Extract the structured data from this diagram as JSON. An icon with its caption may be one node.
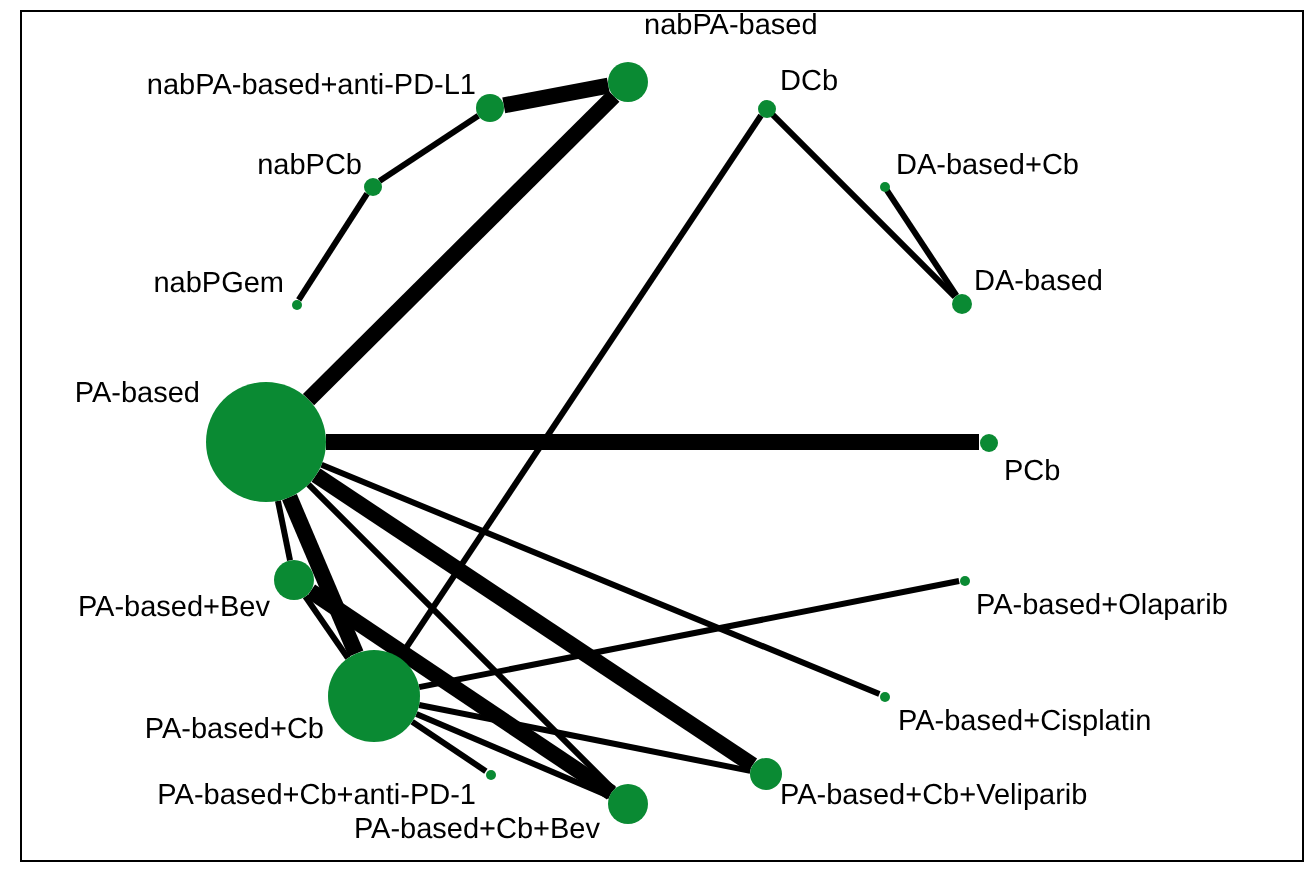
{
  "diagram": {
    "nodes": [
      {
        "text": [],
        "shape": "circle",
        "beside": [
          "nabPA-based"
        ]
      },
      {
        "text": [],
        "shape": "circle",
        "beside": [
          "nabPA-based+anti-PD-L1"
        ]
      },
      {
        "text": [],
        "shape": "circle",
        "beside": [
          "nabPCb"
        ]
      },
      {
        "text": [],
        "shape": "circle",
        "beside": [
          "nabPGem"
        ]
      },
      {
        "text": [],
        "shape": "circle",
        "beside": [
          "DCb"
        ]
      },
      {
        "text": [],
        "shape": "circle",
        "beside": [
          "DA-based+Cb"
        ]
      },
      {
        "text": [],
        "shape": "circle",
        "beside": [
          "DA-based"
        ]
      },
      {
        "text": [],
        "shape": "circle",
        "beside": [
          "PA-based"
        ]
      },
      {
        "text": [],
        "shape": "circle",
        "beside": [
          "PCb"
        ]
      },
      {
        "text": [],
        "shape": "circle",
        "beside": [
          "PA-based+Bev"
        ]
      },
      {
        "text": [],
        "shape": "circle",
        "beside": [
          "PA-based+Olaparib"
        ]
      },
      {
        "text": [],
        "shape": "circle",
        "beside": [
          "PA-based+Cb"
        ]
      },
      {
        "text": [],
        "shape": "circle",
        "beside": [
          "PA-based+Cisplatin"
        ]
      },
      {
        "text": [],
        "shape": "circle",
        "beside": [
          "PA-based+Cb+anti-PD-1"
        ]
      },
      {
        "text": [],
        "shape": "circle",
        "beside": [
          "PA-based+Cb+Bev"
        ]
      },
      {
        "text": [],
        "shape": "circle",
        "beside": [
          "PA-based+Cb+Veliparib"
        ]
      }
    ],
    "edges": [
      {
        "from": 1,
        "to": 0,
        "arrow": "none",
        "style": "thick"
      },
      {
        "from": 7,
        "to": 0,
        "arrow": "none",
        "style": "thick"
      },
      {
        "from": 1,
        "to": 2,
        "arrow": "none"
      },
      {
        "from": 2,
        "to": 3,
        "arrow": "none"
      },
      {
        "from": 4,
        "to": 6,
        "arrow": "none"
      },
      {
        "from": 5,
        "to": 6,
        "arrow": "none"
      },
      {
        "from": 4,
        "to": 11,
        "arrow": "none"
      },
      {
        "from": 7,
        "to": 8,
        "arrow": "none",
        "style": "thick"
      },
      {
        "from": 7,
        "to": 9,
        "arrow": "none"
      },
      {
        "from": 7,
        "to": 11,
        "arrow": "none",
        "style": "thick"
      },
      {
        "from": 7,
        "to": 14,
        "arrow": "none"
      },
      {
        "from": 7,
        "to": 15,
        "arrow": "none",
        "style": "thick"
      },
      {
        "from": 7,
        "to": 12,
        "arrow": "none"
      },
      {
        "from": 9,
        "to": 11,
        "arrow": "none"
      },
      {
        "from": 9,
        "to": 14,
        "arrow": "none",
        "style": "thick"
      },
      {
        "from": 11,
        "to": 10,
        "arrow": "none"
      },
      {
        "from": 11,
        "to": 13,
        "arrow": "none"
      },
      {
        "from": 11,
        "to": 14,
        "arrow": "none"
      },
      {
        "from": 11,
        "to": 15,
        "arrow": "none"
      }
    ]
  }
}
